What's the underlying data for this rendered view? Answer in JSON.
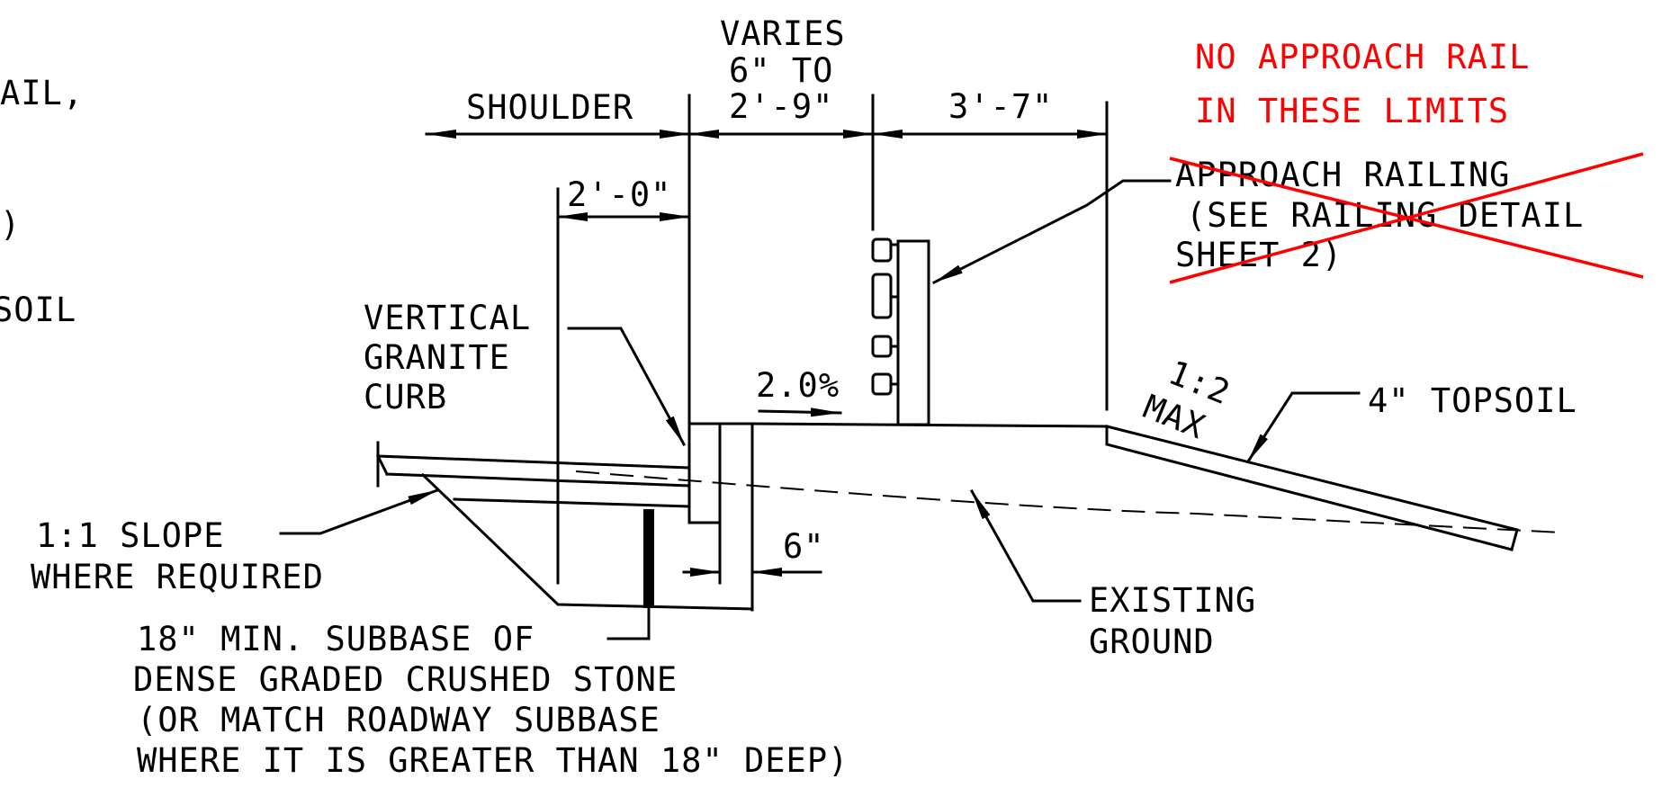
{
  "left_partial": {
    "line1": "AIL,",
    "line2": ")",
    "line3": "SOIL"
  },
  "dimensions": {
    "shoulder": "SHOULDER",
    "varies_1": "VARIES",
    "varies_2": "6\" TO",
    "varies_3": "2'-9\"",
    "rail_offset": "3'-7\"",
    "curb_offset": "2'-0\"",
    "curb_width": "6\""
  },
  "labels": {
    "curb_1": "VERTICAL",
    "curb_2": "GRANITE",
    "curb_3": "CURB",
    "cross_slope": "2.0%",
    "side_slope_1": "1:2",
    "side_slope_2": "MAX",
    "topsoil": "4\" TOPSOIL",
    "slope_1": "1:1 SLOPE",
    "slope_2": "WHERE REQUIRED",
    "ground_1": "EXISTING",
    "ground_2": "GROUND",
    "subbase_1": "18\" MIN. SUBBASE OF",
    "subbase_2": "DENSE GRADED CRUSHED STONE",
    "subbase_3": "(OR MATCH ROADWAY SUBBASE",
    "subbase_4": "WHERE IT IS GREATER THAN 18\" DEEP)"
  },
  "railing_note": {
    "line1": "APPROACH RAILING",
    "line2": "(SEE RAILING DETAIL",
    "line3": "SHEET 2)"
  },
  "red_note": {
    "line1": "NO APPROACH RAIL",
    "line2": "IN THESE LIMITS",
    "color": "#ff0000"
  }
}
